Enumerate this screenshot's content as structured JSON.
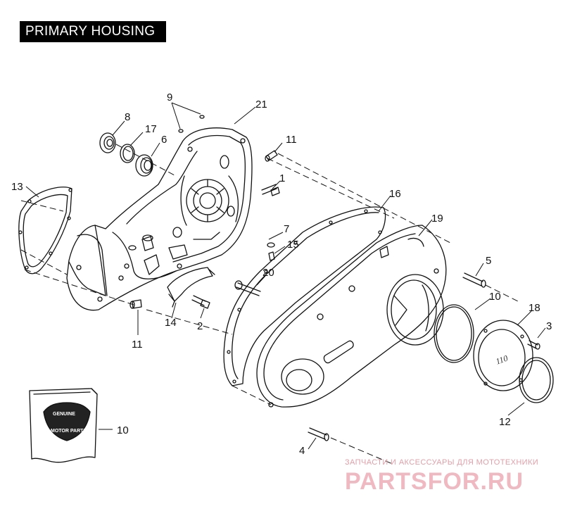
{
  "title": "PRIMARY HOUSING",
  "callouts": {
    "c1": "1",
    "c2": "2",
    "c3": "3",
    "c4": "4",
    "c5": "5",
    "c6": "6",
    "c7": "7",
    "c8": "8",
    "c9": "9",
    "c10a": "10",
    "c10b": "10",
    "c11a": "11",
    "c11b": "11",
    "c12": "12",
    "c13": "13",
    "c14": "14",
    "c15": "15",
    "c16": "16",
    "c17": "17",
    "c18": "18",
    "c19": "19",
    "c20": "20",
    "c21": "21"
  },
  "cover_emblem": "110",
  "kit_badge": {
    "line1": "GENUINE",
    "line2": "MOTOR PARTS"
  },
  "watermark": {
    "top": "ЗАПЧАСТИ И АКСЕССУАРЫ ДЛЯ МОТОТЕХНИКИ",
    "brand": "PARTSFOR.RU"
  },
  "colors": {
    "line": "#111111",
    "watermark": "#f0b8c0"
  }
}
